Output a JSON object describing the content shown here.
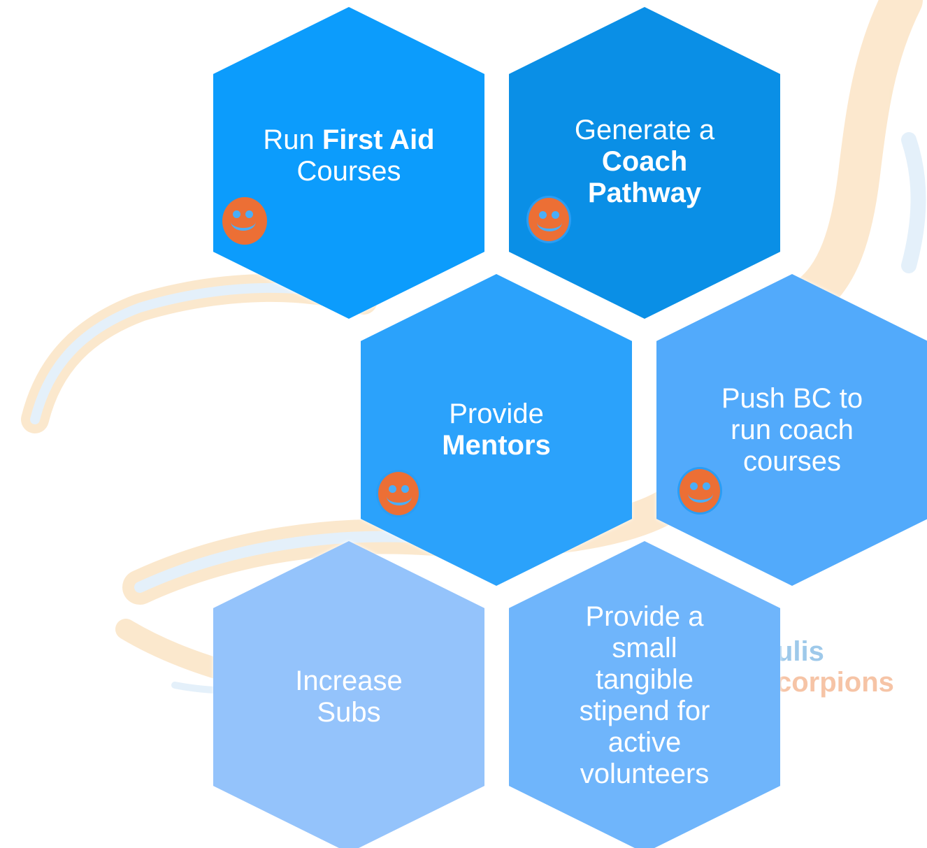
{
  "watermark": {
    "line1": "ulis",
    "line2": "corpions"
  },
  "hexagons": [
    {
      "id": "first-aid",
      "color": "#0c9cfc",
      "has_smiley": true,
      "lines": [
        [
          {
            "text": "Run ",
            "bold": false
          },
          {
            "text": "First Aid",
            "bold": true
          }
        ],
        [
          {
            "text": "Courses",
            "bold": false
          }
        ]
      ]
    },
    {
      "id": "coach-pathway",
      "color": "#0a8fe6",
      "has_smiley": true,
      "lines": [
        [
          {
            "text": "Generate a",
            "bold": false
          }
        ],
        [
          {
            "text": "Coach",
            "bold": true
          }
        ],
        [
          {
            "text": "Pathway",
            "bold": true
          }
        ]
      ]
    },
    {
      "id": "mentors",
      "color": "#2ba2fb",
      "has_smiley": true,
      "lines": [
        [
          {
            "text": "Provide",
            "bold": false
          }
        ],
        [
          {
            "text": "Mentors",
            "bold": true
          }
        ]
      ]
    },
    {
      "id": "push-bc",
      "color": "#52aafb",
      "has_smiley": true,
      "lines": [
        [
          {
            "text": "Push BC to",
            "bold": false
          }
        ],
        [
          {
            "text": "run coach",
            "bold": false
          }
        ],
        [
          {
            "text": "courses",
            "bold": false
          }
        ]
      ]
    },
    {
      "id": "increase-subs",
      "color": "#94c3fb",
      "has_smiley": false,
      "lines": [
        [
          {
            "text": "Increase",
            "bold": false
          }
        ],
        [
          {
            "text": "Subs",
            "bold": false
          }
        ]
      ]
    },
    {
      "id": "stipend",
      "color": "#6fb5fb",
      "has_smiley": false,
      "lines": [
        [
          {
            "text": "Provide a",
            "bold": false
          }
        ],
        [
          {
            "text": "small",
            "bold": false
          }
        ],
        [
          {
            "text": "tangible",
            "bold": false
          }
        ],
        [
          {
            "text": "stipend for",
            "bold": false
          }
        ],
        [
          {
            "text": "active",
            "bold": false
          }
        ],
        [
          {
            "text": "volunteers",
            "bold": false
          }
        ]
      ]
    }
  ]
}
